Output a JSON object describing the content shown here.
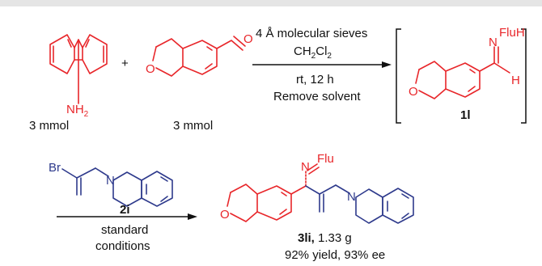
{
  "reagents": {
    "fluorenylamine": {
      "amine": "NH",
      "amine_sub": "2",
      "amount": "3 mmol"
    },
    "plus": "+",
    "aldehyde": {
      "oxygen": "O",
      "ring_oxygen": "O",
      "amount": "3 mmol"
    }
  },
  "step1": {
    "line1": "4 Å molecular sieves",
    "line2_prefix": "CH",
    "line2_sub1": "2",
    "line2_mid": "Cl",
    "line2_sub2": "2",
    "line3": "rt, 12 h",
    "line4": "Remove solvent"
  },
  "intermediate": {
    "n_label": "N",
    "fluh": "FluH",
    "h": "H",
    "ring_oxygen": "O",
    "id": "1l"
  },
  "reagent2": {
    "br": "Br",
    "n_label": "N",
    "id": "2i"
  },
  "step2": {
    "line1": "standard",
    "line2": "conditions"
  },
  "product": {
    "n_label": "N",
    "flu": "Flu",
    "ring_oxygen": "O",
    "amine_n": "N",
    "id": "3li,",
    "mass": "1.33 g",
    "yield": "92% yield, 93% ee"
  },
  "colors": {
    "substrate": "#e8262a",
    "reagent": "#2e3a8c",
    "text": "#111111"
  }
}
